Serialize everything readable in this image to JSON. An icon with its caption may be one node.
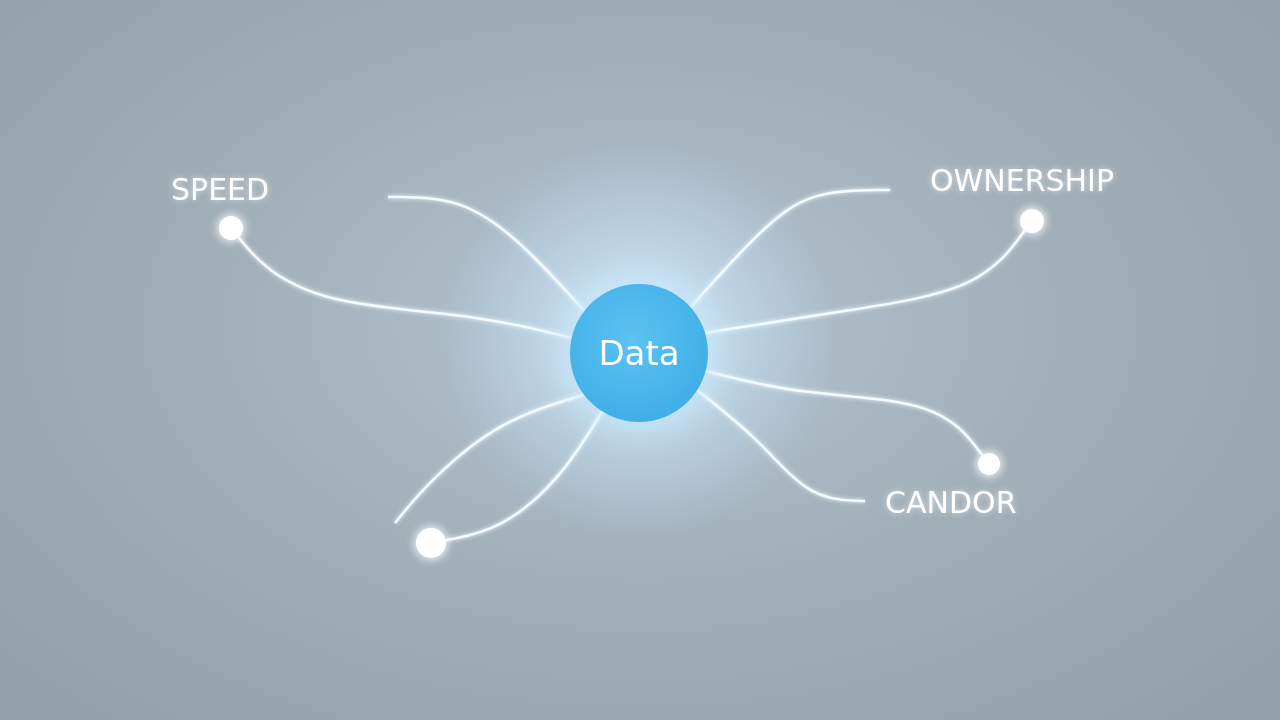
{
  "diagram": {
    "nodes": [
      {
        "text": [
          "Data"
        ]
      },
      {
        "text": [],
        "shape": "circle"
      },
      {
        "text": [],
        "shape": "circle"
      },
      {
        "text": [],
        "shape": "circle"
      },
      {
        "text": [],
        "shape": "circle"
      }
    ],
    "edges": [
      {
        "from": 0,
        "to": 1,
        "arrow": "none"
      },
      {
        "from": 0,
        "to": null,
        "arrow": "none"
      },
      {
        "from": 0,
        "to": null,
        "arrow": "none"
      },
      {
        "from": 0,
        "to": 2,
        "arrow": "none"
      },
      {
        "from": 0,
        "to": 3,
        "arrow": "none"
      },
      {
        "from": 0,
        "to": null,
        "arrow": "none"
      },
      {
        "from": 0,
        "to": null,
        "arrow": "none"
      },
      {
        "from": 0,
        "to": 4,
        "arrow": "none"
      }
    ],
    "labels": [
      "SPEED",
      "OWNERSHIP",
      "CANDOR"
    ]
  }
}
